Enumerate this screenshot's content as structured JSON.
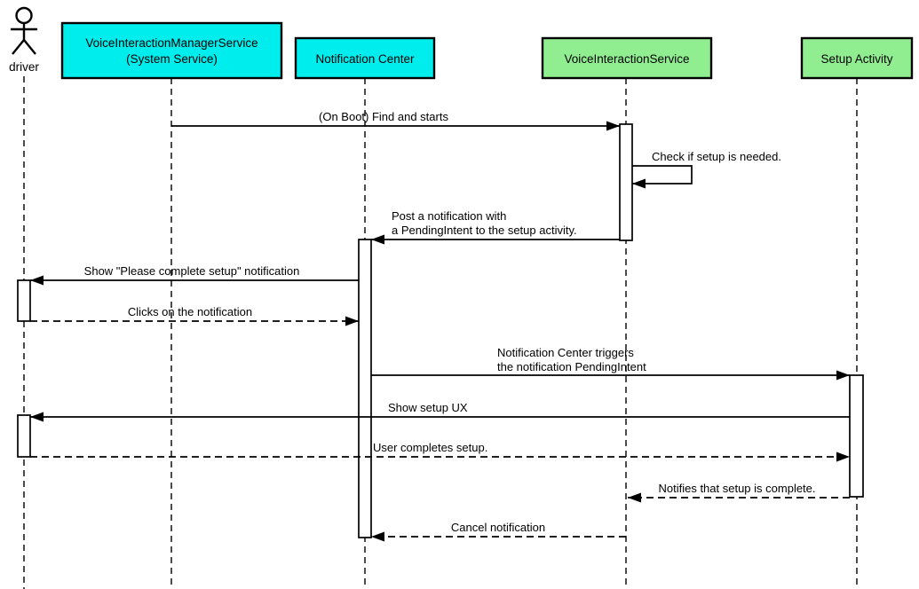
{
  "diagram": {
    "type": "uml-sequence-diagram",
    "background": "#ffffff",
    "stroke_color": "#000000",
    "actor": {
      "label": "driver"
    },
    "participants": [
      {
        "name": "voice-interaction-manager-service",
        "label_line1": "VoiceInteractionManagerService",
        "label_line2": "(System Service)",
        "fill": "#00EDED"
      },
      {
        "name": "notification-center",
        "label": "Notification Center",
        "fill": "#00EDED"
      },
      {
        "name": "voice-interaction-service",
        "label": "VoiceInteractionService",
        "fill": "#90EE90"
      },
      {
        "name": "setup-activity",
        "label": "Setup Activity",
        "fill": "#90EE90"
      }
    ],
    "messages": [
      {
        "from": "VoiceInteractionManagerService (System Service)",
        "to": "VoiceInteractionService",
        "style": "solid",
        "label": "(On Boot) Find and starts"
      },
      {
        "from": "VoiceInteractionService",
        "to": "VoiceInteractionService",
        "style": "solid",
        "label": "Check if setup is needed."
      },
      {
        "from": "VoiceInteractionService",
        "to": "Notification Center",
        "style": "solid",
        "label_line1": "Post a notification with",
        "label_line2": "a PendingIntent to the setup activity."
      },
      {
        "from": "Notification Center",
        "to": "driver",
        "style": "solid",
        "label": "Show \"Please complete setup\" notification"
      },
      {
        "from": "driver",
        "to": "Notification Center",
        "style": "dashed",
        "label": "Clicks on the notification"
      },
      {
        "from": "Notification Center",
        "to": "Setup Activity",
        "style": "solid",
        "label_line1": "Notification Center triggers",
        "label_line2": "the notification PendingIntent"
      },
      {
        "from": "Setup Activity",
        "to": "driver",
        "style": "solid",
        "label": "Show setup UX"
      },
      {
        "from": "driver",
        "to": "Setup Activity",
        "style": "dashed",
        "label": "User completes setup."
      },
      {
        "from": "Setup Activity",
        "to": "VoiceInteractionService",
        "style": "dashed",
        "label": "Notifies that setup is complete."
      },
      {
        "from": "VoiceInteractionService",
        "to": "Notification Center",
        "style": "dashed",
        "label": "Cancel notification"
      }
    ]
  }
}
